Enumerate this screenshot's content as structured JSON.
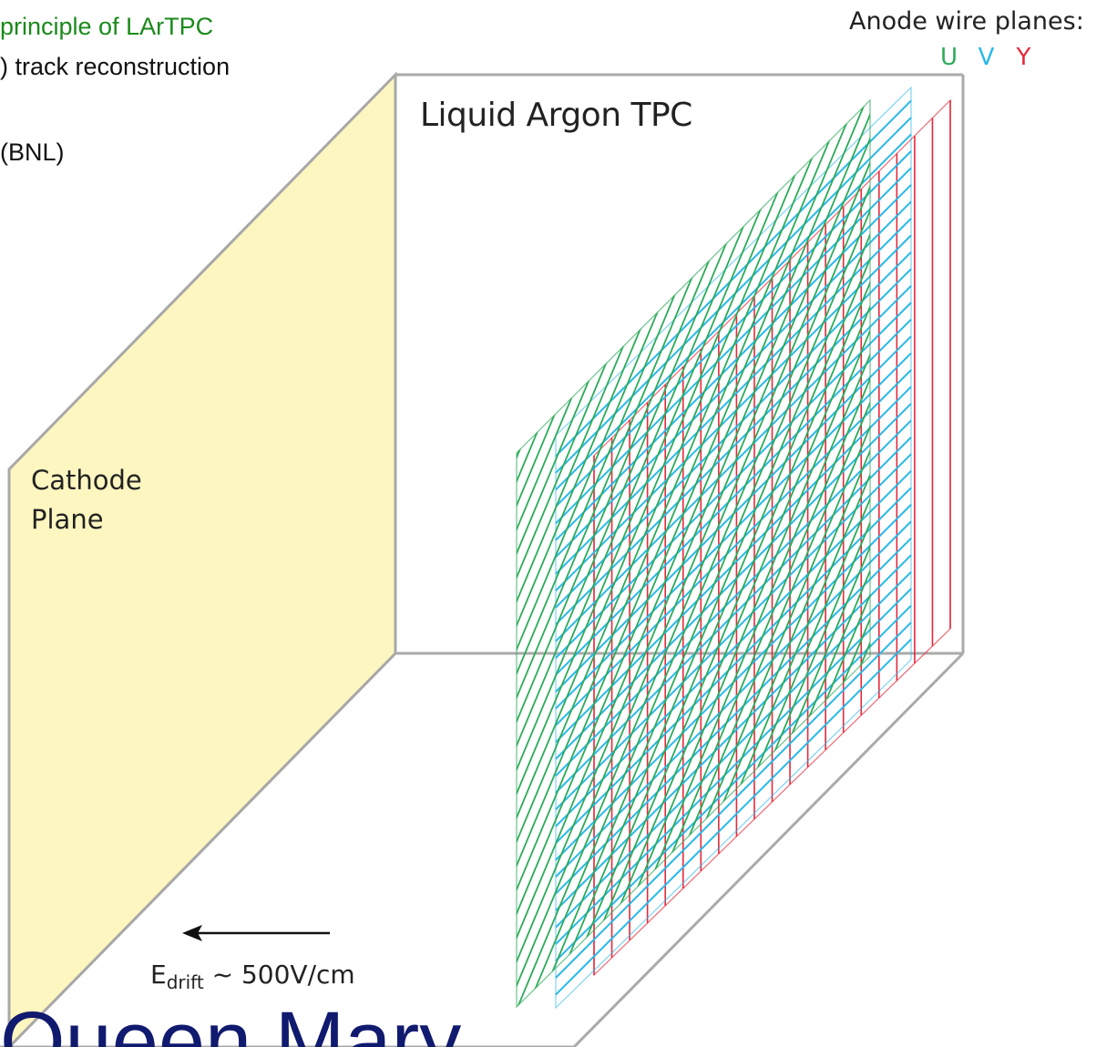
{
  "heading": {
    "line1": "principle of LArTPC",
    "line2": ") track reconstruction",
    "line3": "(BNL)",
    "line1_color": "#1a8a1a"
  },
  "legend": {
    "title": "Anode wire planes:",
    "planes": [
      {
        "letter": "U",
        "color": "#2eaa5a"
      },
      {
        "letter": "V",
        "color": "#2ab8e8"
      },
      {
        "letter": "Y",
        "color": "#e8283a"
      }
    ]
  },
  "detector": {
    "title": "Liquid Argon TPC",
    "cathode_label_line1": "Cathode",
    "cathode_label_line2": "Plane",
    "cathode_fill": "#fdf6c0",
    "edrift_symbol": "E",
    "edrift_subscript": "drift",
    "edrift_value": " ~ 500V/cm"
  },
  "watermark": {
    "text": "Queen Mary"
  }
}
